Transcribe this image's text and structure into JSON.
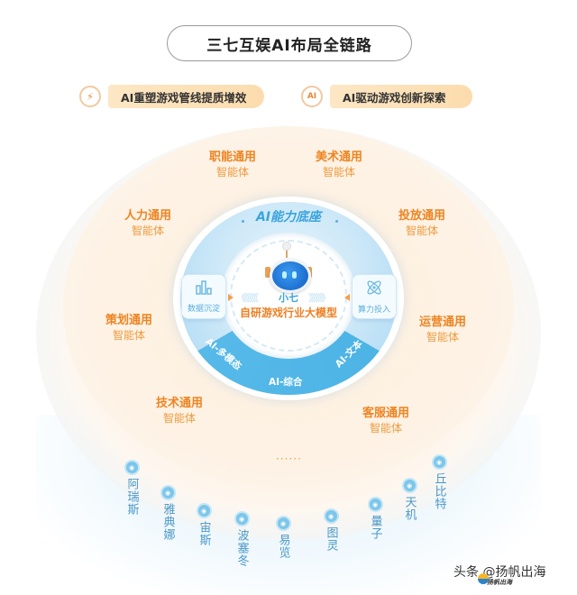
{
  "title": "三七互娱AI布局全链路",
  "tags": [
    {
      "icon": "lightning-icon",
      "glyph": "⚡",
      "label": "AI重塑游戏管线提质增效"
    },
    {
      "icon": "ai-icon",
      "glyph": "AI",
      "label": "AI驱动游戏创新探索"
    }
  ],
  "core": {
    "base_title": "AI能力底座",
    "mascot_name": "小七",
    "model_title": "自研游戏行业大模型",
    "left_box": {
      "icon": "bar-chart-icon",
      "glyph": "▯▯▯",
      "label": "数据沉淀"
    },
    "right_box": {
      "icon": "atom-icon",
      "glyph": "⚛",
      "label": "算力投入"
    },
    "ring_labels": [
      "AI-多模态",
      "AI-综合",
      "AI-文本"
    ],
    "chevrons_left": "《《《《《",
    "chevrons_right": "》》》》》"
  },
  "agents": [
    {
      "name": "职能通用",
      "suffix": "智能体"
    },
    {
      "name": "美术通用",
      "suffix": "智能体"
    },
    {
      "name": "人力通用",
      "suffix": "智能体"
    },
    {
      "name": "投放通用",
      "suffix": "智能体"
    },
    {
      "name": "策划通用",
      "suffix": "智能体"
    },
    {
      "name": "运营通用",
      "suffix": "智能体"
    },
    {
      "name": "技术通用",
      "suffix": "智能体"
    },
    {
      "name": "客服通用",
      "suffix": "智能体"
    }
  ],
  "more_indicator": "······",
  "products": [
    "阿瑞斯",
    "雅典娜",
    "宙斯",
    "波塞冬",
    "易览",
    "图灵",
    "量子",
    "天机",
    "丘比特"
  ],
  "watermark": {
    "text": "头条 @扬帆出海",
    "logo_text": "扬帆出海"
  },
  "colors": {
    "agent_orange": "#ee8422",
    "ring_blue": "#4db4e6",
    "product_blue": "#4a98c7",
    "tag_bg": "#fde7c4"
  }
}
